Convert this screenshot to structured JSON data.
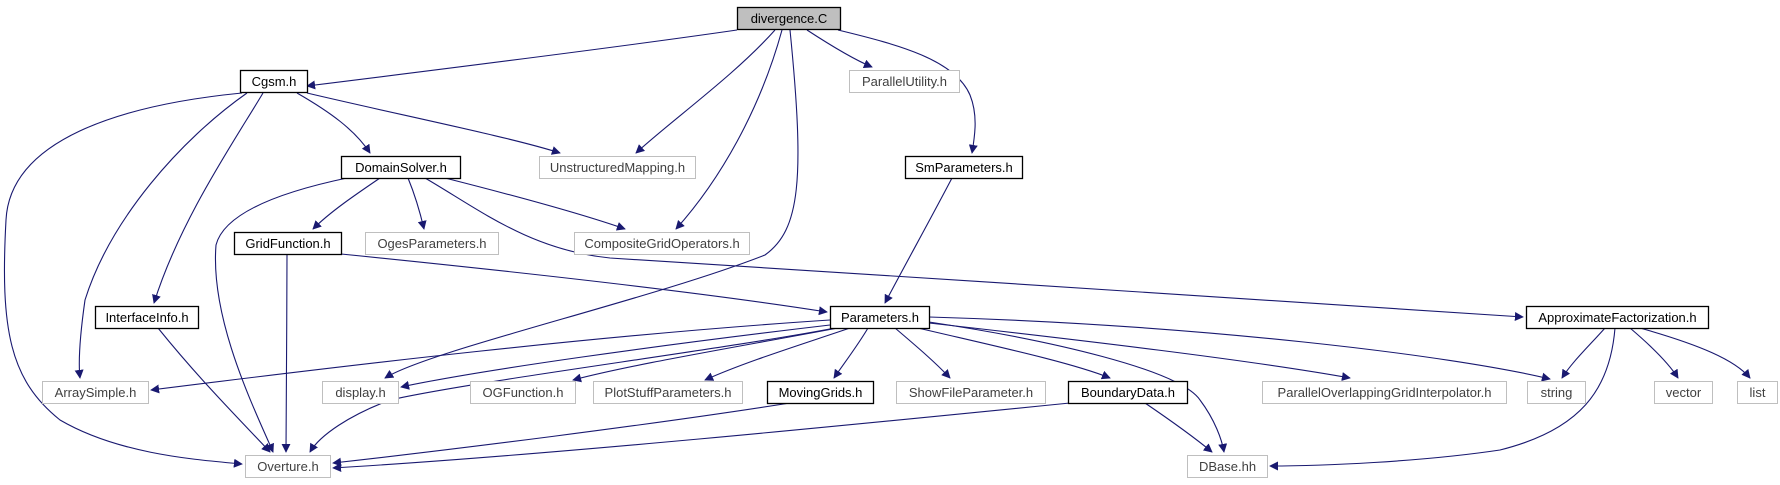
{
  "title": "divergence.C",
  "colors": {
    "edge": "#191970",
    "root_fill": "#bfbfbf",
    "documented_border": "#000000",
    "undocumented_border": "#bfbfbf",
    "label_dark": "#000000",
    "label_light": "#404040"
  },
  "nodes": [
    {
      "id": "divergence_C",
      "label": "divergence.C",
      "kind": "root"
    },
    {
      "id": "Cgsm_h",
      "label": "Cgsm.h",
      "kind": "documented"
    },
    {
      "id": "ParallelUtility_h",
      "label": "ParallelUtility.h",
      "kind": "undocumented"
    },
    {
      "id": "UnstructuredMapping_h",
      "label": "UnstructuredMapping.h",
      "kind": "undocumented"
    },
    {
      "id": "DomainSolver_h",
      "label": "DomainSolver.h",
      "kind": "documented"
    },
    {
      "id": "SmParameters_h",
      "label": "SmParameters.h",
      "kind": "documented"
    },
    {
      "id": "GridFunction_h",
      "label": "GridFunction.h",
      "kind": "documented"
    },
    {
      "id": "OgesParameters_h",
      "label": "OgesParameters.h",
      "kind": "undocumented"
    },
    {
      "id": "CompositeGridOperators_h",
      "label": "CompositeGridOperators.h",
      "kind": "undocumented"
    },
    {
      "id": "InterfaceInfo_h",
      "label": "InterfaceInfo.h",
      "kind": "documented"
    },
    {
      "id": "Parameters_h",
      "label": "Parameters.h",
      "kind": "documented"
    },
    {
      "id": "ApproximateFactorization_h",
      "label": "ApproximateFactorization.h",
      "kind": "documented"
    },
    {
      "id": "ArraySimple_h",
      "label": "ArraySimple.h",
      "kind": "undocumented"
    },
    {
      "id": "display_h",
      "label": "display.h",
      "kind": "undocumented"
    },
    {
      "id": "OGFunction_h",
      "label": "OGFunction.h",
      "kind": "undocumented"
    },
    {
      "id": "PlotStuffParameters_h",
      "label": "PlotStuffParameters.h",
      "kind": "undocumented"
    },
    {
      "id": "MovingGrids_h",
      "label": "MovingGrids.h",
      "kind": "documented"
    },
    {
      "id": "ShowFileParameter_h",
      "label": "ShowFileParameter.h",
      "kind": "undocumented"
    },
    {
      "id": "BoundaryData_h",
      "label": "BoundaryData.h",
      "kind": "documented"
    },
    {
      "id": "ParallelOverlappingGridInterpolator_h",
      "label": "ParallelOverlappingGridInterpolator.h",
      "kind": "undocumented"
    },
    {
      "id": "string",
      "label": "string",
      "kind": "undocumented"
    },
    {
      "id": "vector",
      "label": "vector",
      "kind": "undocumented"
    },
    {
      "id": "list",
      "label": "list",
      "kind": "undocumented"
    },
    {
      "id": "Overture_h",
      "label": "Overture.h",
      "kind": "undocumented"
    },
    {
      "id": "DBase_hh",
      "label": "DBase.hh",
      "kind": "undocumented"
    }
  ],
  "edges": [
    {
      "from": "divergence_C",
      "to": "Cgsm_h"
    },
    {
      "from": "divergence_C",
      "to": "UnstructuredMapping_h"
    },
    {
      "from": "divergence_C",
      "to": "CompositeGridOperators_h"
    },
    {
      "from": "divergence_C",
      "to": "display_h"
    },
    {
      "from": "divergence_C",
      "to": "ParallelUtility_h"
    },
    {
      "from": "divergence_C",
      "to": "SmParameters_h"
    },
    {
      "from": "Cgsm_h",
      "to": "Overture_h"
    },
    {
      "from": "Cgsm_h",
      "to": "ArraySimple_h"
    },
    {
      "from": "Cgsm_h",
      "to": "InterfaceInfo_h"
    },
    {
      "from": "Cgsm_h",
      "to": "DomainSolver_h"
    },
    {
      "from": "Cgsm_h",
      "to": "UnstructuredMapping_h"
    },
    {
      "from": "DomainSolver_h",
      "to": "Overture_h"
    },
    {
      "from": "DomainSolver_h",
      "to": "GridFunction_h"
    },
    {
      "from": "DomainSolver_h",
      "to": "OgesParameters_h"
    },
    {
      "from": "DomainSolver_h",
      "to": "CompositeGridOperators_h"
    },
    {
      "from": "DomainSolver_h",
      "to": "ApproximateFactorization_h"
    },
    {
      "from": "SmParameters_h",
      "to": "Parameters_h"
    },
    {
      "from": "GridFunction_h",
      "to": "Overture_h"
    },
    {
      "from": "GridFunction_h",
      "to": "Parameters_h"
    },
    {
      "from": "InterfaceInfo_h",
      "to": "Overture_h"
    },
    {
      "from": "Parameters_h",
      "to": "ArraySimple_h"
    },
    {
      "from": "Parameters_h",
      "to": "display_h"
    },
    {
      "from": "Parameters_h",
      "to": "Overture_h"
    },
    {
      "from": "Parameters_h",
      "to": "OGFunction_h"
    },
    {
      "from": "Parameters_h",
      "to": "PlotStuffParameters_h"
    },
    {
      "from": "Parameters_h",
      "to": "MovingGrids_h"
    },
    {
      "from": "Parameters_h",
      "to": "ShowFileParameter_h"
    },
    {
      "from": "Parameters_h",
      "to": "BoundaryData_h"
    },
    {
      "from": "Parameters_h",
      "to": "ParallelOverlappingGridInterpolator_h"
    },
    {
      "from": "Parameters_h",
      "to": "string"
    },
    {
      "from": "Parameters_h",
      "to": "DBase_hh"
    },
    {
      "from": "MovingGrids_h",
      "to": "Overture_h"
    },
    {
      "from": "BoundaryData_h",
      "to": "Overture_h"
    },
    {
      "from": "BoundaryData_h",
      "to": "DBase_hh"
    },
    {
      "from": "ApproximateFactorization_h",
      "to": "string"
    },
    {
      "from": "ApproximateFactorization_h",
      "to": "vector"
    },
    {
      "from": "ApproximateFactorization_h",
      "to": "list"
    },
    {
      "from": "ApproximateFactorization_h",
      "to": "DBase_hh"
    }
  ]
}
